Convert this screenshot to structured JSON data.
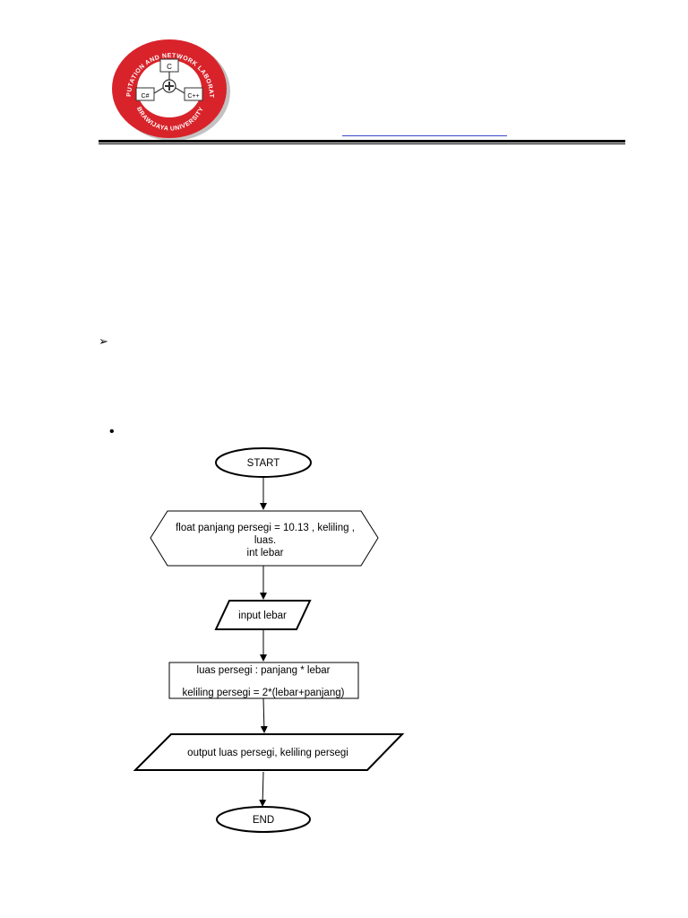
{
  "logo": {
    "top_text": "COMPUTATION AND NETWORK LABORATORY",
    "bottom_text": "BRAWIJAYA UNIVERSITY",
    "monitor_labels": [
      "C",
      "C#",
      "C++"
    ],
    "colors": {
      "ring": "#d8232a",
      "inner": "#ffffff",
      "shadow": "#9a9a9a"
    }
  },
  "bullets": {
    "arrow": "➢",
    "dot": "•"
  },
  "flowchart": {
    "start": "START",
    "declaration": [
      "float panjang persegi = 10.13 , keliling ,",
      "luas.",
      "int lebar"
    ],
    "input": "input lebar",
    "process": [
      "luas persegi : panjang * lebar",
      "keliling persegi = 2*(lebar+panjang)"
    ],
    "output": "output luas persegi, keliling persegi",
    "end": "END"
  }
}
